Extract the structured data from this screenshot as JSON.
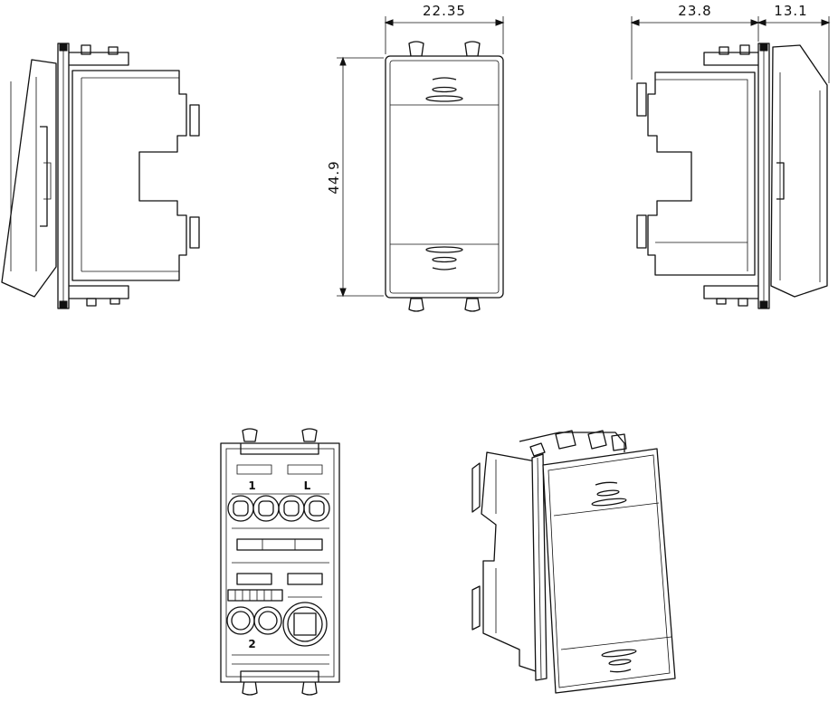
{
  "drawing": {
    "background": "#ffffff",
    "line_color": "#111111",
    "dimensions": {
      "front_width": "22.35",
      "front_height": "44.9",
      "side_depth": "23.8",
      "side_plate": "13.1"
    },
    "rear_terminal_labels": {
      "t1": "1",
      "tL": "L",
      "t2": "2"
    }
  }
}
